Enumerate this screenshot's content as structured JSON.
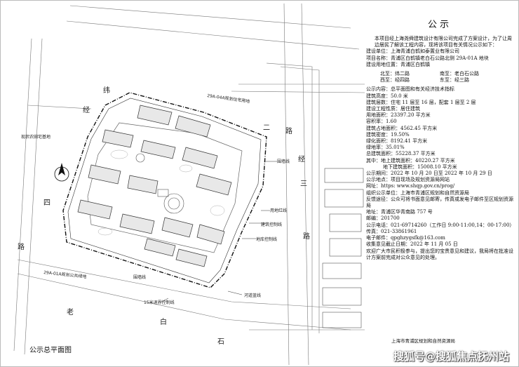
{
  "notice": {
    "title": "公示",
    "intro": "本项目经上海尧舜建筑设计有限公司完成了方案设计，为了让周边居民了解该工程内容，现将该项目有关情况公示如下：",
    "builder": "建设单位：上海青浦白鹤如泰置业有限公司",
    "project": "项目名称：青浦区白鹤镇老白石公路北侧 29A-01A 地块",
    "location": "建设用地位置：青浦区白鹤镇",
    "north": "北至：纬二路",
    "south": "南至：老白石公路",
    "west": "西至：经四路",
    "east": "东至：经三路",
    "content_header": "公示内容：总平面图和有关经济技术指标",
    "height": "建筑高度：50.0 米",
    "floors": "建筑层数：住宅 11 层至 16 层，配套 1 层至 2 层",
    "nature": "建设工程性质：居住建筑",
    "land_area": "用地面积：23397.20 平方米",
    "far": "容积率：1.60",
    "footprint": "建筑占地面积：4562.45 平方米",
    "density": "建筑密度：19.50%",
    "green_area": "绿化面积：8192.41 平方米",
    "green_rate": "绿地率：35.01%",
    "total_area": "总建筑面积：55228.37 平方米",
    "above_ground": "其中：地上建筑面积：40220.27 平方米",
    "below_ground": "地下建筑面积：15008.10 平方米",
    "period": "公示期间：2022 年 10 月 20 日至 2022 年 10 月 29 日",
    "venue": "公示地点：项目现场及规划资源局网站",
    "website": "网址：https: www.shqp.gov.cn/prog/",
    "org": "组织公示单位：上海市青浦区规划和自然资源局",
    "feedback": "反馈途径：公众可将书面意见邮寄，传真或发电子邮件至区规划资源局",
    "address": "地址：青浦区华青南路 757 号",
    "postcode": "邮编：201700",
    "phone": "公示电话：021-69714260（工作日 9:00-11:00,14：00-17:00）",
    "fax": "传真：021-33861961",
    "email": "电子邮件：qpghzygsfk@163.com",
    "deadline": "收集意见截止日期：2022 年 11 月 05 日",
    "closing": "欢迎广大市民积极参与，提出您的宝贵意见和建议，我局将在批准设计方案前完成对公众意见的处理。",
    "footer": "上海市青浦区规划和自然资源局"
  },
  "plan": {
    "title": "公示总平面图",
    "watermark": "搜狐号@搜狐焦点抚州站",
    "labels": {
      "road_wei_1": "纬",
      "road_wei_2": "二",
      "road_lu_right": "路",
      "road_jing_1": "经",
      "road_jing_2": "三",
      "road_lu_east": "路",
      "road_si": "四",
      "road_lu_west": "路",
      "road_lao": "老",
      "road_bai": "白",
      "road_shi": "石",
      "north_parcel": "29A-04A规划住宅用地",
      "west_land": "现状农田宅基地",
      "south_green": "29A-01A规划公共绿地",
      "wall_line": "围墙线",
      "land_line": "用地红线",
      "build_line": "建筑控制线",
      "underground_line": "地库控制线",
      "river_line": "河道蓝线",
      "setback": "15米退界控制线",
      "bottom_wall": "围墙线"
    }
  }
}
